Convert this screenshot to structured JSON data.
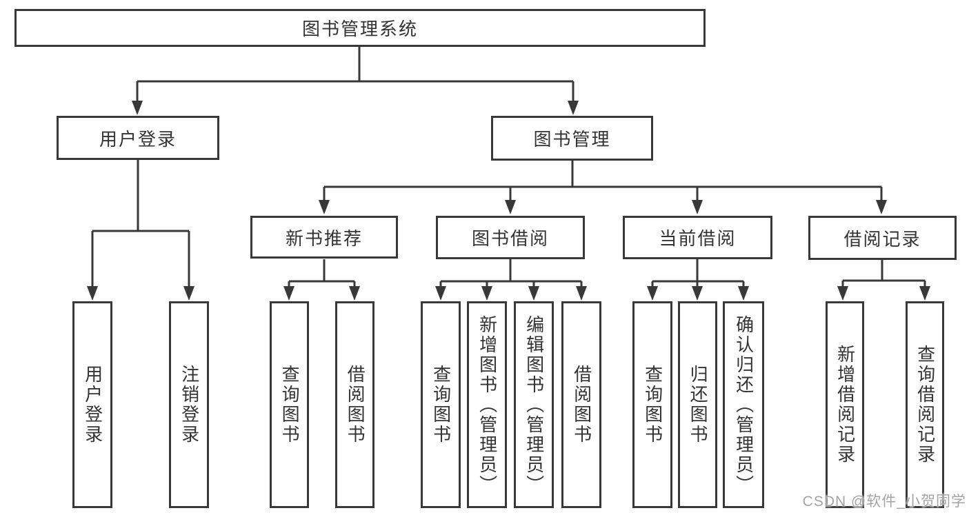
{
  "diagram_title": "图书管理系统",
  "colors": {
    "line": "#383838",
    "text": "#333333",
    "background": "#ffffff",
    "watermark": "#9e9e9e"
  },
  "tree": {
    "label": "图书管理系统",
    "children": [
      {
        "label": "用户登录",
        "children": [
          {
            "label": "用户登录"
          },
          {
            "label": "注销登录"
          }
        ]
      },
      {
        "label": "图书管理",
        "children": [
          {
            "label": "新书推荐",
            "children": [
              {
                "label": "查询图书"
              },
              {
                "label": "借阅图书"
              }
            ]
          },
          {
            "label": "图书借阅",
            "children": [
              {
                "label": "查询图书"
              },
              {
                "label": "新增图书（管理员）"
              },
              {
                "label": "编辑图书（管理员）"
              },
              {
                "label": "借阅图书"
              }
            ]
          },
          {
            "label": "当前借阅",
            "children": [
              {
                "label": "查询图书"
              },
              {
                "label": "归还图书"
              },
              {
                "label": "确认归还（管理员）"
              }
            ]
          },
          {
            "label": "借阅记录",
            "children": [
              {
                "label": "新增借阅记录"
              },
              {
                "label": "查询借阅记录"
              }
            ]
          }
        ]
      }
    ]
  },
  "watermark": "CSDN @软件_小贺同学"
}
